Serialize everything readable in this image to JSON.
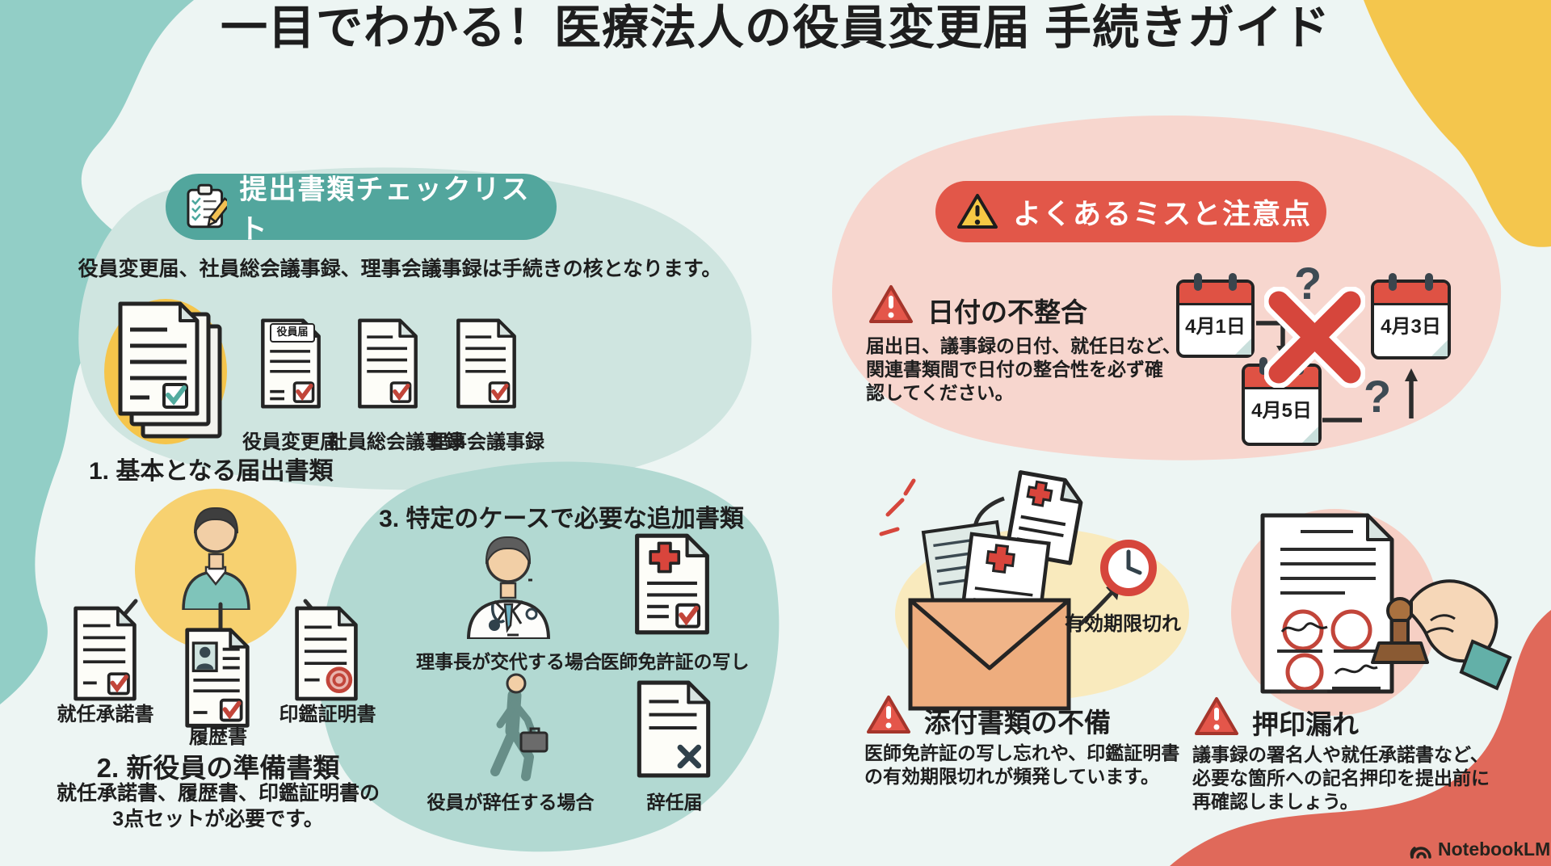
{
  "title": "一目でわかる！医療法人の役員変更届 手続きガイド",
  "checklist": {
    "header": "提出書類チェックリスト",
    "intro": "役員変更届、社員総会議事録、理事会議事録は手続きの核となります。",
    "doc_badge": "役員届",
    "core_docs": [
      "役員変更届",
      "社員総会議事録",
      "理事会議事録"
    ],
    "section1_title": "1. 基本となる届出書類",
    "section2_title": "2. 新役員の準備書類",
    "section2_docs": [
      "就任承諾書",
      "履歴書",
      "印鑑証明書"
    ],
    "section2_note1": "就任承諾書、履歴書、印鑑証明書の",
    "section2_note2": "3点セットが必要です。",
    "section3_title": "3. 特定のケースで必要な追加書類",
    "case1_label": "理事長が交代する場合",
    "case1_doc": "医師免許証の写し",
    "case2_label": "役員が辞任する場合",
    "case2_doc": "辞任届"
  },
  "mistakes": {
    "header": "よくあるミスと注意点",
    "item1_title": "日付の不整合",
    "item1_line1": "届出日、議事録の日付、就任日など、",
    "item1_line2": "関連書類間で日付の整合性を必ず確",
    "item1_line3": "認してください。",
    "calendars": [
      "4月1日",
      "4月3日",
      "4月5日"
    ],
    "qmark": "?",
    "expired_label": "有効期限切れ",
    "item2_title": "添付書類の不備",
    "item2_line1": "医師免許証の写し忘れや、印鑑証明書",
    "item2_line2": "の有効期限切れが頻発しています。",
    "item3_title": "押印漏れ",
    "item3_line1": "議事録の署名人や就任承諾書など、",
    "item3_line2": "必要な箇所への記名押印を提出前に",
    "item3_line3": "再確認しましょう。"
  },
  "branding": {
    "logo_text": "NotebookLM"
  },
  "colors": {
    "background": "#edf5f3",
    "teal_pill": "#52a69d",
    "soft_teal_blob": "#cfe5e0",
    "mid_teal_blob": "#b2d9d2",
    "corner_teal": "#92cec6",
    "yellow": "#f4c64d",
    "pink_blob": "#f7d6ce",
    "coral": "#e0695a",
    "alert_red": "#e4564a",
    "check_red": "#c2453a",
    "check_teal": "#53ab9f",
    "ink": "#212121"
  }
}
